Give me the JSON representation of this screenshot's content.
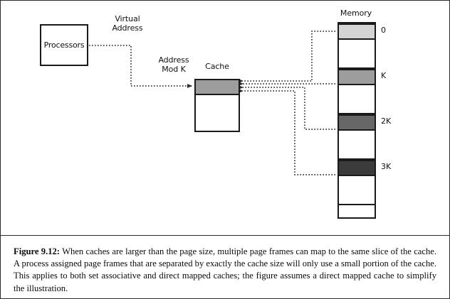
{
  "figure": {
    "processors": {
      "label": "Processors"
    },
    "virtual_address": {
      "line1": "Virtual",
      "line2": "Address"
    },
    "address_mod_k": {
      "line1": "Address",
      "line2": "Mod K"
    },
    "cache": {
      "title": "Cache",
      "slice_color": "#9d9d9d"
    },
    "memory": {
      "title": "Memory",
      "slices": [
        {
          "label": "0",
          "color": "#d4d4d4"
        },
        {
          "label": "K",
          "color": "#9d9d9d"
        },
        {
          "label": "2K",
          "color": "#676767"
        },
        {
          "label": "3K",
          "color": "#3b3b3b"
        }
      ]
    },
    "colors": {
      "stroke": "#1a1a1a",
      "border": "#2b2b2b",
      "background": "#ffffff",
      "connector": "#3a3a3a"
    }
  },
  "caption": {
    "prefix": "Figure 9.12:",
    "text": " When caches are larger than the page size, multiple page frames can map to the same slice of the cache. A process assigned page frames that are separated by exactly the cache size will only use a small portion of the cache. This applies to both set associative and direct mapped caches; the figure assumes a direct mapped cache to simplify the illustration."
  }
}
